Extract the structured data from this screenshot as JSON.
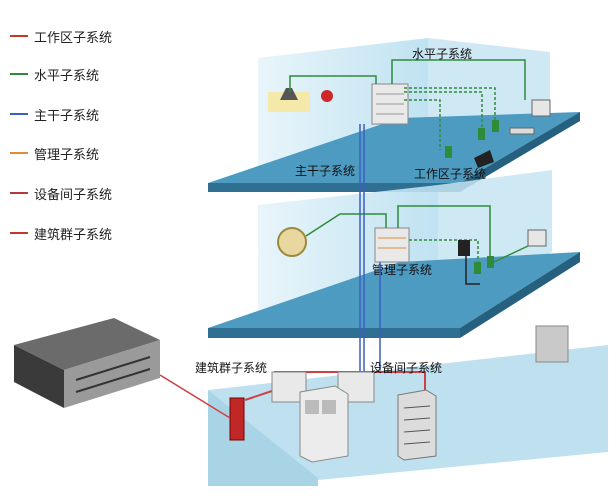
{
  "legend": [
    {
      "label": "工作区子系统",
      "color": "#c0392b"
    },
    {
      "label": "水平子系统",
      "color": "#2e8b3a"
    },
    {
      "label": "主干子系统",
      "color": "#3b5fbf"
    },
    {
      "label": "管理子系统",
      "color": "#e08a3a"
    },
    {
      "label": "设备间子系统",
      "color": "#b23a3a"
    },
    {
      "label": "建筑群子系统",
      "color": "#c0392b"
    }
  ],
  "labels": {
    "horizontal": "水平子系统",
    "backbone": "主干子系统",
    "work_area": "工作区子系统",
    "management": "管理子系统",
    "building_group": "建筑群子系统",
    "equipment_room": "设备间子系统"
  },
  "colors": {
    "floor_top": "#3f8fb6",
    "floor_side": "#2f6f92",
    "wall": "#cfe8f3",
    "panel": "#bfe1ef",
    "red_cable": "#d04040",
    "green_cable": "#2e8b3a",
    "blue_cable": "#3b5fbf"
  }
}
